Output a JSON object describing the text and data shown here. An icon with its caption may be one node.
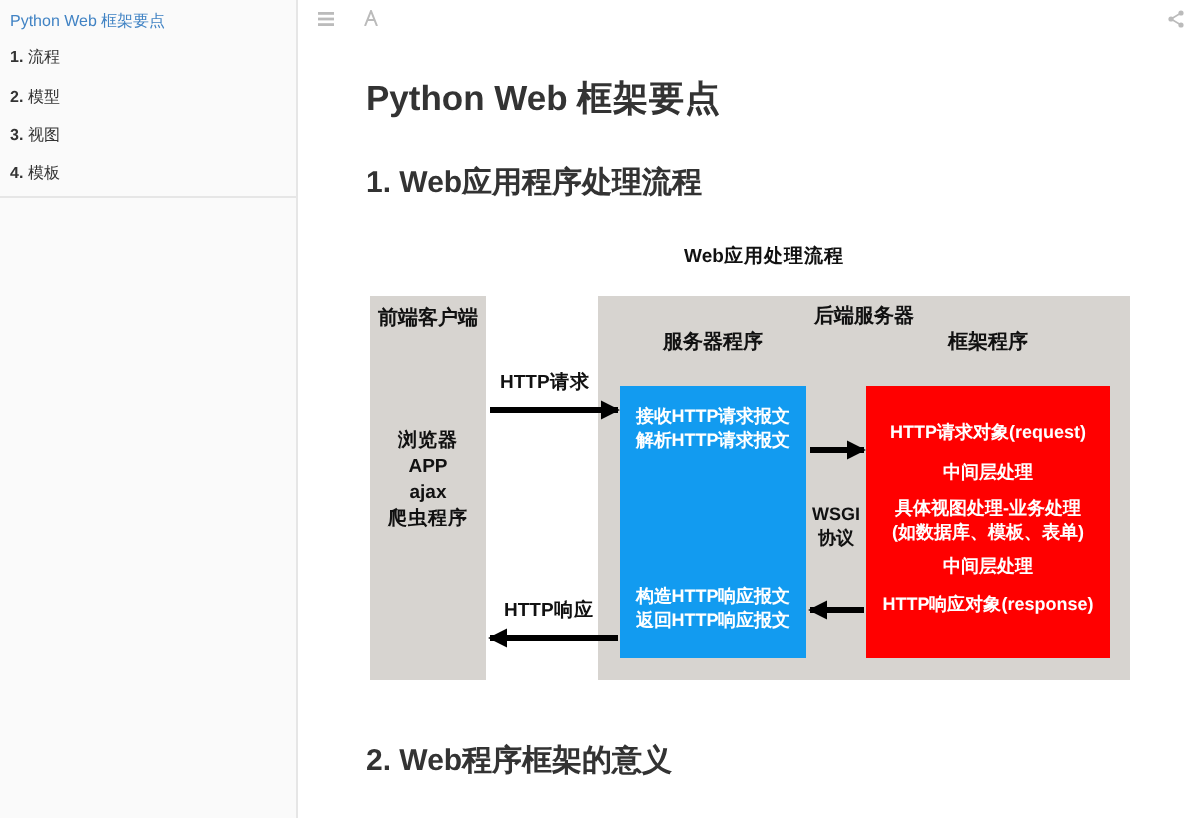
{
  "diagram": {
    "title": "Web应用处理流程",
    "nodes": [
      {
        "text": [
          "前端客户端",
          "浏览器",
          "APP",
          "ajax",
          "爬虫程序"
        ]
      },
      {
        "text": [
          "后端服务器"
        ]
      },
      {
        "text": [
          "服务器程序",
          "接收HTTP请求报文",
          "解析HTTP请求报文",
          "构造HTTP响应报文",
          "返回HTTP响应报文"
        ],
        "in": 1
      },
      {
        "text": [
          "框架程序",
          "HTTP请求对象(request)",
          "中间层处理",
          "具体视图处理-业务处理 (如数据库、模板、表单)",
          "中间层处理",
          "HTTP响应对象(response)"
        ],
        "in": 1
      }
    ],
    "edges": [
      {
        "from": 0,
        "to": 2,
        "arrow": "to",
        "label": "HTTP请求"
      },
      {
        "from": 2,
        "to": 3,
        "arrow": "to"
      },
      {
        "from": 3,
        "to": 2,
        "arrow": "to"
      },
      {
        "from": 2,
        "to": 0,
        "arrow": "to",
        "label": "HTTP响应"
      }
    ],
    "labels": [
      "Python Web 框架要点",
      "**1.** 流程",
      "**2.** 模型",
      "**3.** 视图",
      "**4.** 模板",
      "Python Web 框架要点",
      "1. Web应用程序处理流程",
      "WSGI 协议",
      "2. Web程序框架的意义"
    ]
  }
}
